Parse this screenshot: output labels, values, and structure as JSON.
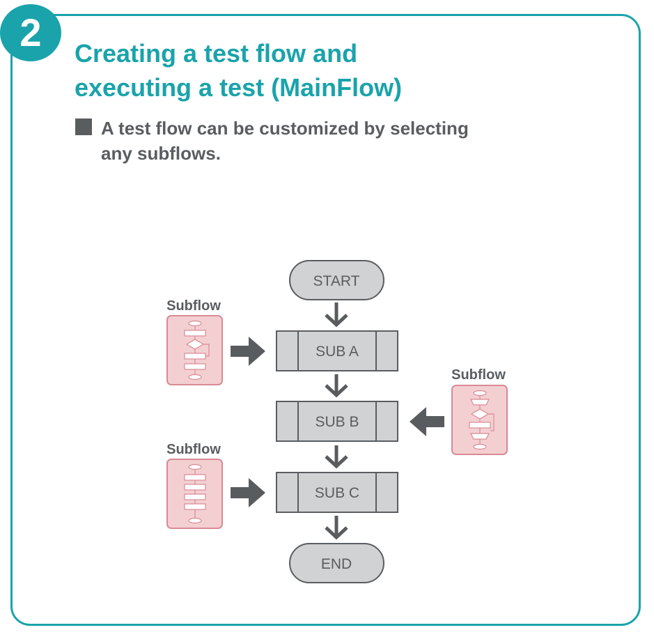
{
  "badge": {
    "number": "2"
  },
  "title": {
    "line1": "Creating a test flow and",
    "line2": "executing a test (MainFlow)"
  },
  "bullet": {
    "line1": "A test flow can be customized by selecting",
    "line2": "any subflows."
  },
  "flow": {
    "start": "START",
    "sub_a": "SUB A",
    "sub_b": "SUB B",
    "sub_c": "SUB C",
    "end": "END"
  },
  "subflows": {
    "left_top_label": "Subflow",
    "right_label": "Subflow",
    "left_bottom_label": "Subflow"
  },
  "colors": {
    "accent": "#1aa3ab",
    "text_gray": "#5a5d60",
    "box_fill": "#d0d2d4",
    "box_stroke": "#5a5d60",
    "subflow_fill": "#f3cfd2",
    "subflow_stroke": "#d98a94",
    "arrow": "#595c5f"
  }
}
